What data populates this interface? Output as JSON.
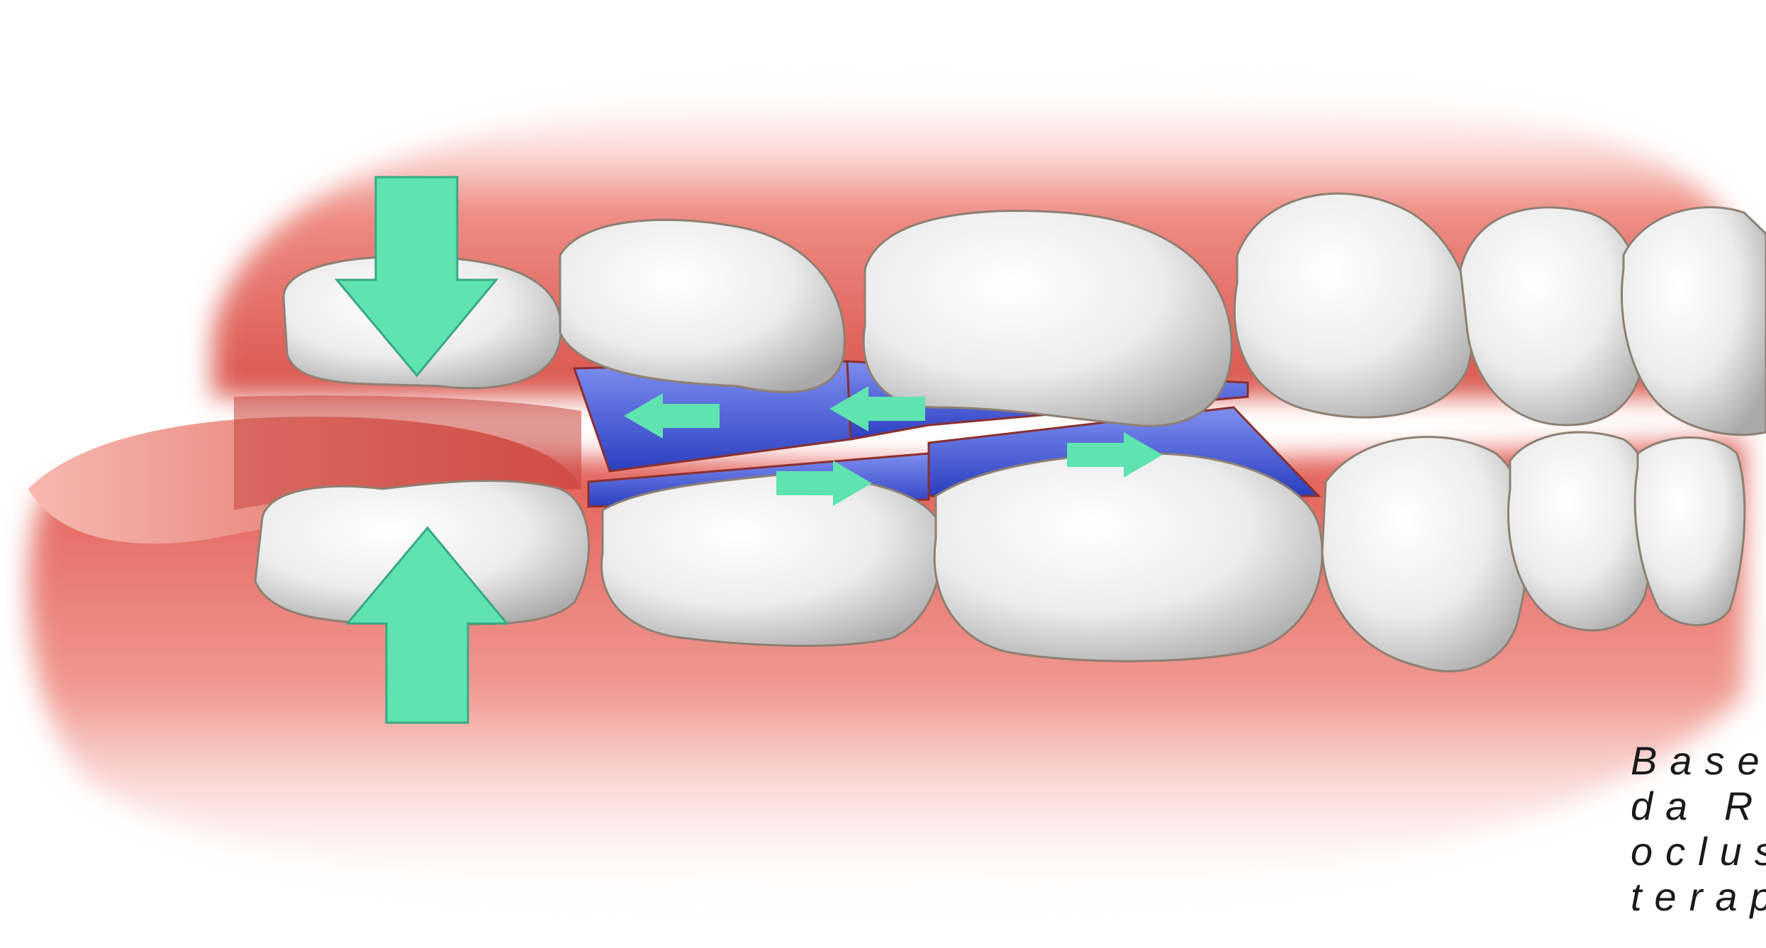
{
  "caption": {
    "lines": [
      "Basea",
      "da Re",
      "oclus",
      "terap"
    ]
  },
  "colors": {
    "gum": "#e8675c",
    "gum_light": "#f6b7ae",
    "tooth": "#f2f2f2",
    "tooth_shadow": "#b9b9b9",
    "occlusal_plane": "#4a5fd6",
    "arrow": "#5fe3b1",
    "background": "#ffffff"
  },
  "icons": [
    "arrow-down-icon",
    "arrow-up-icon",
    "arrow-left-icon",
    "arrow-left-icon",
    "arrow-right-icon",
    "arrow-right-icon"
  ]
}
